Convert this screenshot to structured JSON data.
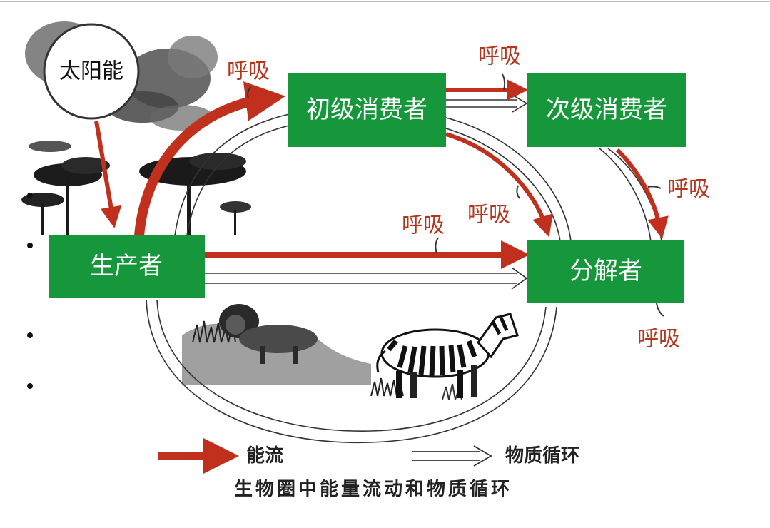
{
  "colors": {
    "node_fill": "#16973c",
    "energy_arrow": "#c1301c",
    "respiration_text": "#b5361e",
    "cycle_line": "#333333"
  },
  "diagram": {
    "sun_label": "太阳能",
    "nodes": {
      "primary_consumer": "初级消费者",
      "secondary_consumer": "次级消费者",
      "producer": "生产者",
      "decomposer": "分解者"
    },
    "respiration": [
      "呼吸",
      "呼吸",
      "呼吸",
      "呼吸",
      "呼吸",
      "呼吸"
    ],
    "legend": {
      "energy_flow": "能流",
      "material_cycle": "物质循环"
    },
    "caption": "生物圈中能量流动和物质循环"
  }
}
